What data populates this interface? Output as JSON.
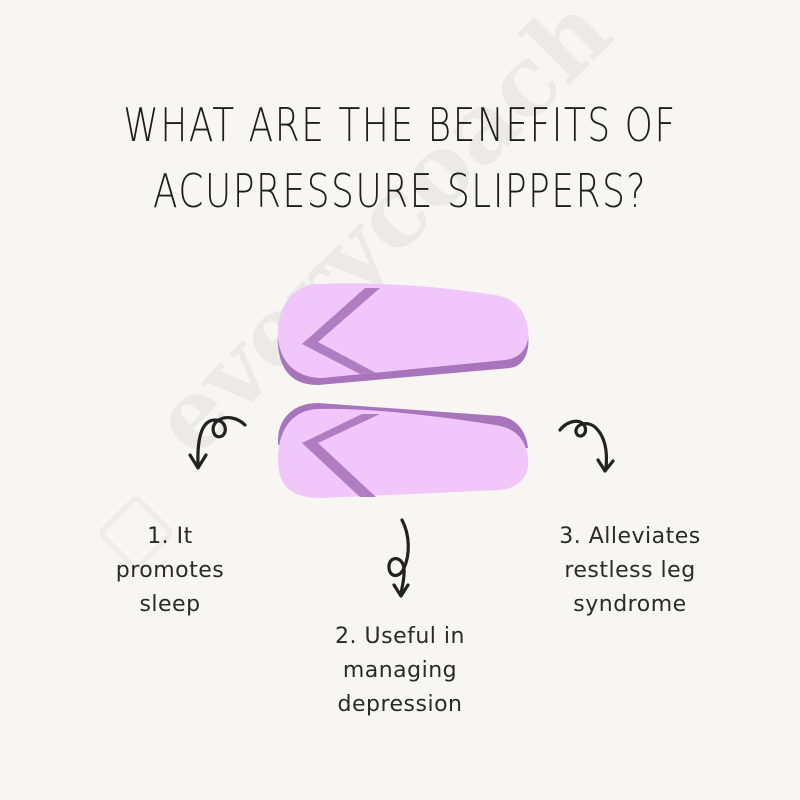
{
  "title": {
    "line1": "WHAT ARE THE BENEFITS OF",
    "line2": "ACUPRESSURE SLIPPERS?"
  },
  "watermark": {
    "text": "everycoach"
  },
  "illustration": {
    "name": "purple-flip-flops",
    "colors": {
      "sole": "#f0c6fb",
      "strap": "#b07cc2",
      "edge": "#a874bb"
    }
  },
  "benefits": [
    {
      "lines": [
        "1. It",
        "promotes",
        "sleep"
      ]
    },
    {
      "lines": [
        "2. Useful in",
        "managing",
        "depression"
      ]
    },
    {
      "lines": [
        "3. Alleviates",
        "restless leg",
        "syndrome"
      ]
    }
  ],
  "colors": {
    "background": "#f7f6f2",
    "text": "#222222"
  }
}
